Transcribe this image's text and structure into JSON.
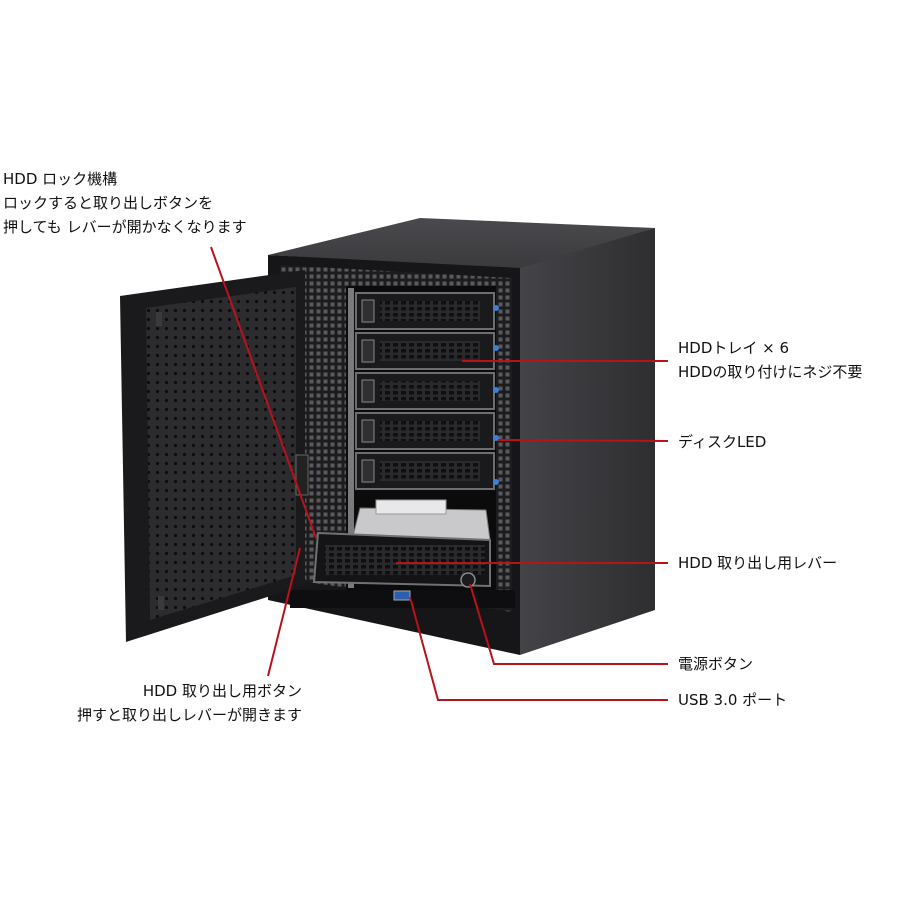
{
  "callouts": {
    "lock_mechanism": {
      "title": "HDD ロック機構",
      "line1": "ロックすると取り出しボタンを",
      "line2": "押しても レバーが開かなくなります"
    },
    "hdd_tray": {
      "title": "HDDトレイ × 6",
      "subtitle": "HDDの取り付けにネジ不要"
    },
    "disk_led": {
      "title": "ディスクLED"
    },
    "eject_lever": {
      "title": "HDD 取り出し用レバー"
    },
    "power_button": {
      "title": "電源ボタン"
    },
    "usb_port": {
      "title": "USB 3.0 ポート"
    },
    "eject_button": {
      "title": "HDD 取り出し用ボタン",
      "subtitle": "押すと取り出しレバーが開きます"
    }
  },
  "colors": {
    "leader_line": "#b8121b",
    "chassis_dark": "#2b2b2e",
    "chassis_side": "#3a3a3d",
    "led": "#3f7fd6"
  }
}
